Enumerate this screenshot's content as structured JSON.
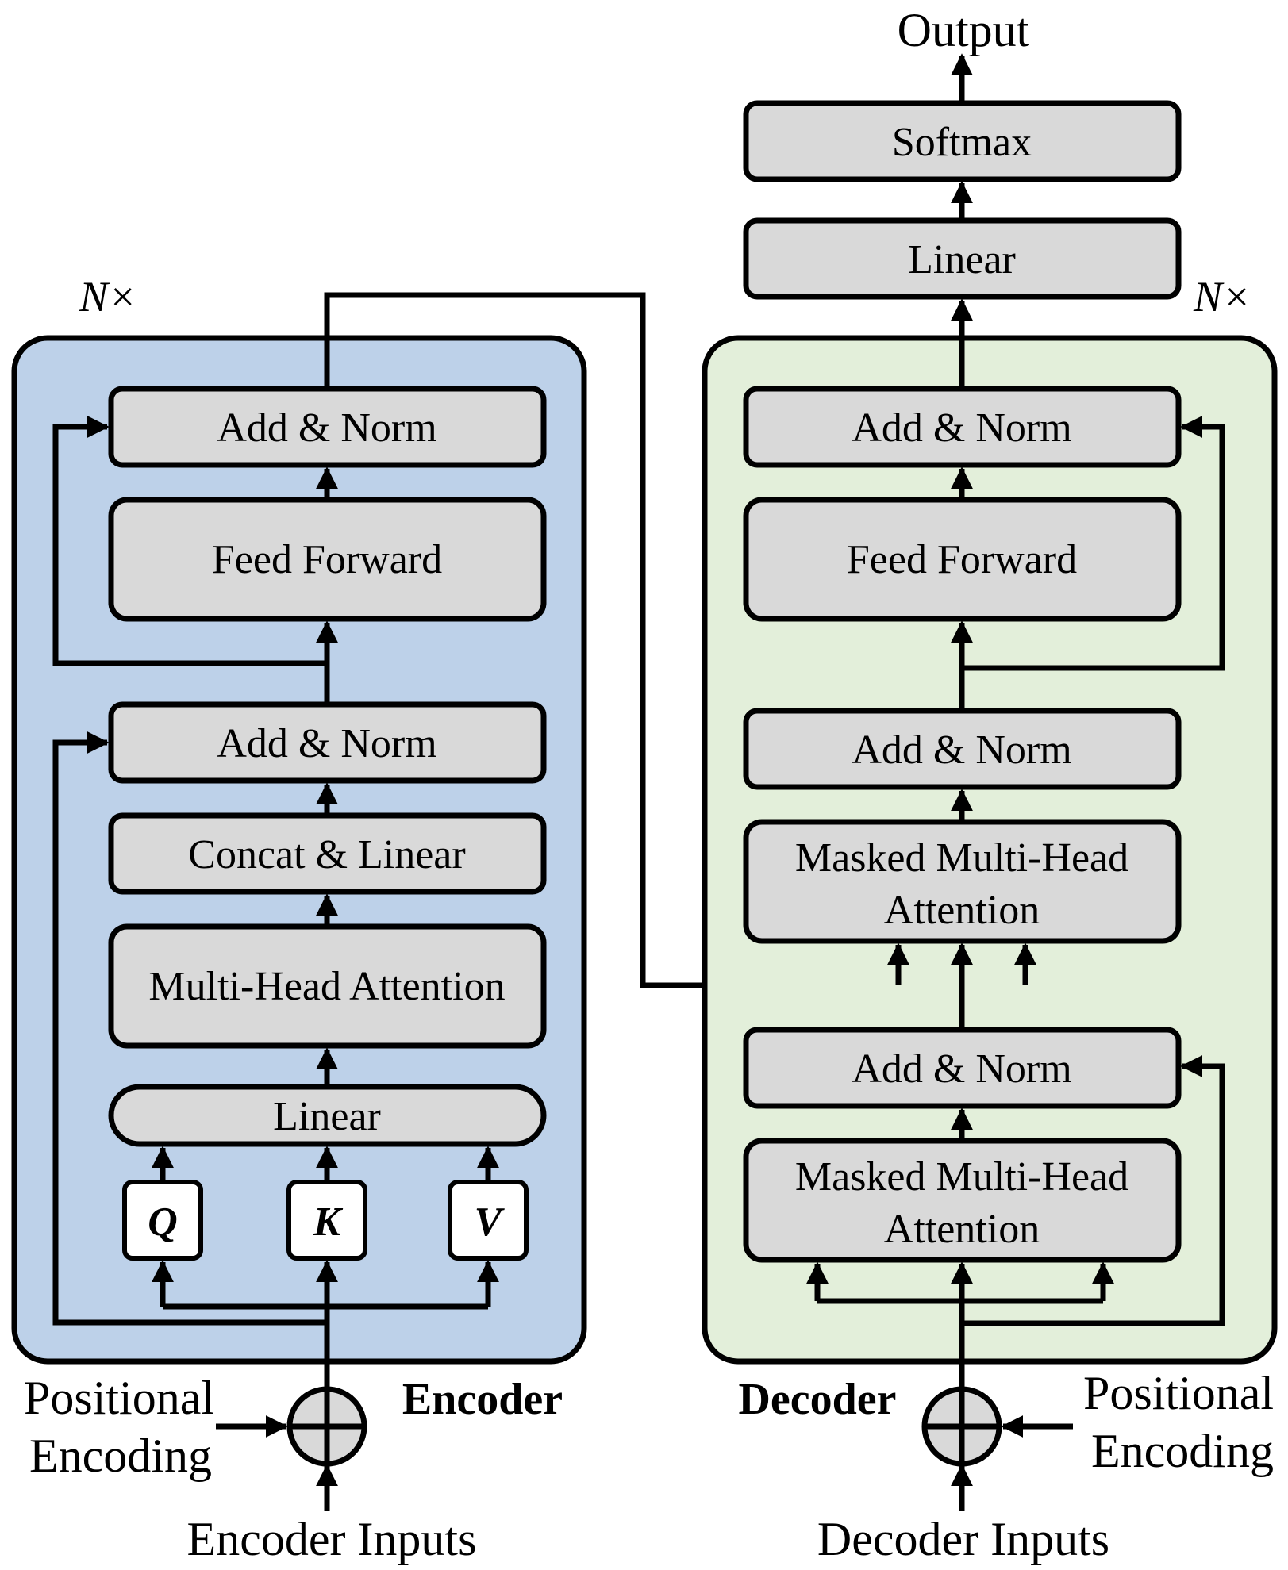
{
  "output_label": "Output",
  "decoder_top": {
    "softmax": "Softmax",
    "linear": "Linear"
  },
  "encoder": {
    "title": "Encoder",
    "repeat": "N×",
    "add_norm_top": "Add & Norm",
    "feed_forward": "Feed Forward",
    "add_norm_mid": "Add & Norm",
    "concat_linear": "Concat & Linear",
    "multi_head": "Multi-Head Attention",
    "linear": "Linear",
    "q": "Q",
    "k": "K",
    "v": "V",
    "positional_line1": "Positional",
    "positional_line2": "Encoding",
    "inputs": "Encoder Inputs"
  },
  "decoder": {
    "title": "Decoder",
    "repeat": "N×",
    "add_norm_top": "Add & Norm",
    "feed_forward": "Feed Forward",
    "add_norm_mid": "Add & Norm",
    "masked_upper_line1": "Masked Multi-Head",
    "masked_upper_line2": "Attention",
    "add_norm_bottom": "Add & Norm",
    "masked_lower_line1": "Masked Multi-Head",
    "masked_lower_line2": "Attention",
    "positional_line1": "Positional",
    "positional_line2": "Encoding",
    "inputs": "Decoder Inputs"
  },
  "colors": {
    "encoder_bg": "#bdd1e9",
    "decoder_bg": "#e3efda",
    "block_fill": "#d9d9d9"
  }
}
